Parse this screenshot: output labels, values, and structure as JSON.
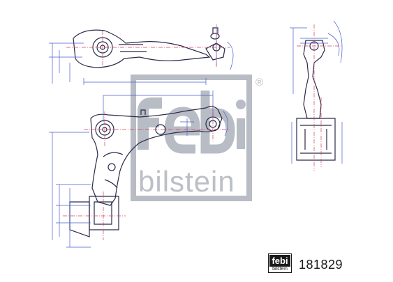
{
  "watermark": {
    "brand": "bilstein",
    "logo_letters": "febi",
    "registered": "®"
  },
  "badge": {
    "logo": "febi",
    "sub": "bilstein"
  },
  "part_number": "181829",
  "colors": {
    "line": "#2a2a4a",
    "dim_blue": "#4a5fd0",
    "axis_red": "#d04060",
    "watermark": "#b8bcc4"
  }
}
